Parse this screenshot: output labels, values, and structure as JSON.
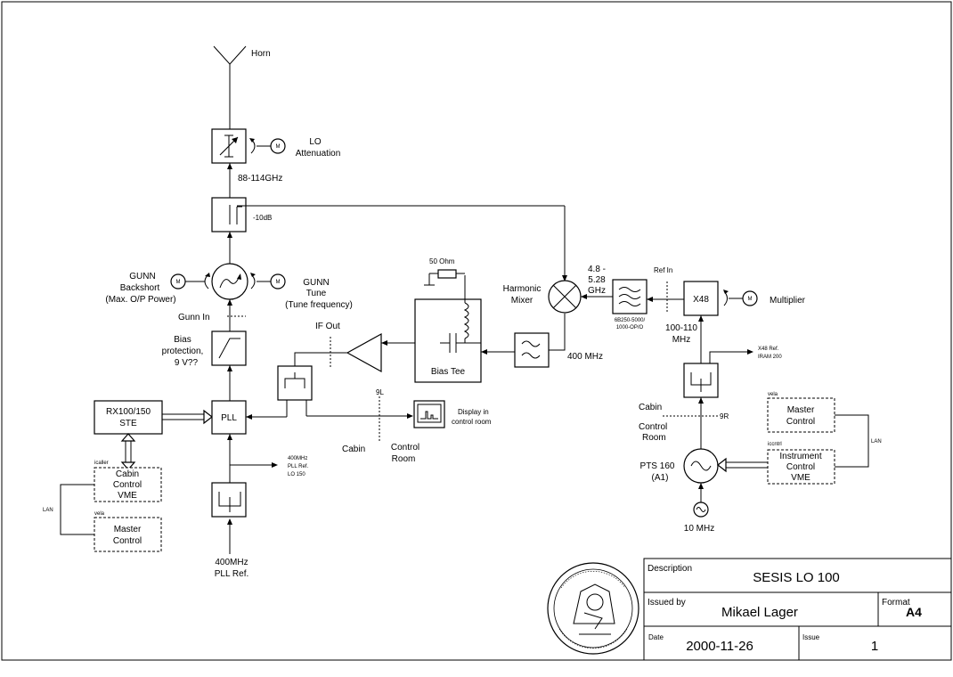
{
  "labels": {
    "horn": "Horn",
    "lo_att_1": "LO",
    "lo_att_2": "Attenuation",
    "freq_range": "88-114GHz",
    "coupler_db": "-10dB",
    "gunn_bs_1": "GUNN",
    "gunn_bs_2": "Backshort",
    "gunn_bs_3": "(Max. O/P Power)",
    "gunn_tune_1": "GUNN",
    "gunn_tune_2": "Tune",
    "gunn_tune_3": "(Tune frequency)",
    "gunn_in": "Gunn In",
    "bias_1": "Bias",
    "bias_2": "protection,",
    "bias_3": "9 V??",
    "rx_1": "RX100/150",
    "rx_2": "STE",
    "pll": "PLL",
    "icaller": "icaller",
    "ccvme_1": "Cabin",
    "ccvme_2": "Control",
    "ccvme_3": "VME",
    "vela_1": "vela",
    "mc_l_1": "Master",
    "mc_l_2": "Control",
    "lan_l": "LAN",
    "pll_ref_1": "400MHz",
    "pll_ref_2": "PLL Ref.",
    "pll_ref_3": "LO 150",
    "pll_in_1": "400MHz",
    "pll_in_2": "PLL Ref.",
    "if_out": "IF Out",
    "res": "50 Ohm",
    "bias_tee": "Bias Tee",
    "hmix_1": "Harmonic",
    "hmix_2": "Mixer",
    "hm_freq_1": "4.8 -",
    "hm_freq_2": "5.28",
    "hm_freq_3": "GHz",
    "ref_in": "Ref In",
    "filt_1": "6B250-5000/",
    "filt_2": "1000-OP/O",
    "x48": "X48",
    "multiplier": "Multiplier",
    "mhz400": "400 MHz",
    "mhz100_1": "100-110",
    "mhz100_2": "MHz",
    "x48ref_1": "X48 Ref.",
    "x48ref_2": "IRAM 200",
    "disp_1": "Display in",
    "disp_2": "control room",
    "l9l": "9L",
    "cabin_c": "Cabin",
    "ctrlroom_1": "Control",
    "ctrlroom_2": "Room",
    "cabin_r": "Cabin",
    "ctrlroom_r1": "Control",
    "ctrlroom_r2": "Room",
    "l9r": "9R",
    "pts_1": "PTS 160",
    "pts_2": "(A1)",
    "mhz10": "10 MHz",
    "vela_2": "vela",
    "mc_r_1": "Master",
    "mc_r_2": "Control",
    "iccntrl": "iccntrl",
    "icvme_1": "Instrument",
    "icvme_2": "Control",
    "icvme_3": "VME",
    "lan_r": "LAN",
    "m": "M"
  },
  "title_block": {
    "desc_label": "Description",
    "desc_value": "SESIS LO 100",
    "issued_label": "Issued by",
    "issued_value": "Mikael Lager",
    "format_label": "Format",
    "format_value": "A4",
    "date_label": "Date",
    "date_value": "2000-11-26",
    "issue_label": "Issue",
    "issue_value": "1"
  }
}
